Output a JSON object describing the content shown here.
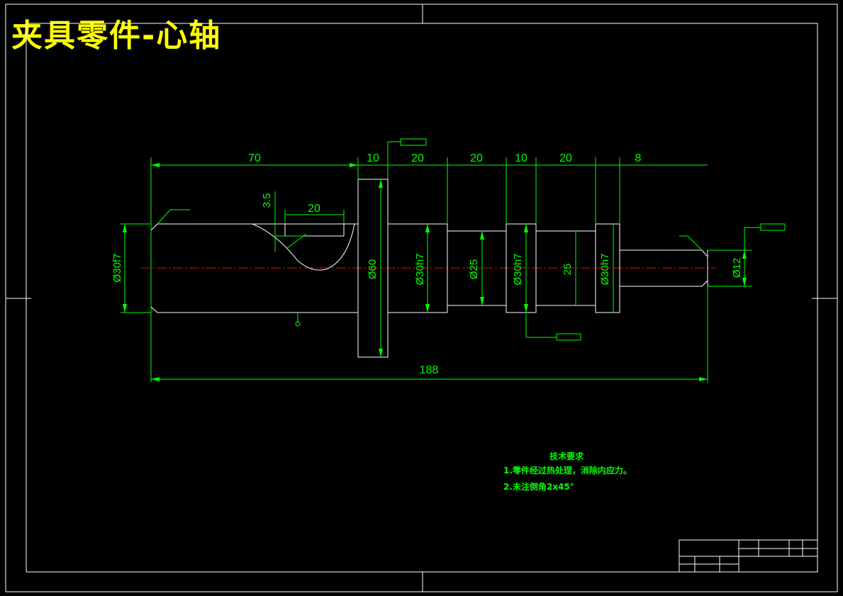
{
  "title": "夹具零件-心轴",
  "dimensions": {
    "d70": "70",
    "d10a": "10",
    "d20a": "20",
    "d20b": "20",
    "d10b": "10",
    "d20c": "20",
    "d8": "8",
    "d35": "3.5",
    "d20key": "20",
    "d188": "188",
    "dia_30f7": "Ø30f7",
    "dia_60": "Ø60",
    "dia_30h7a": "Ø30h7",
    "dia_25": "Ø25",
    "dia_30h7b": "Ø30h7",
    "d25": "25",
    "dia_30h7c": "Ø30h7",
    "dia_12": "Ø12"
  },
  "notes": {
    "heading": "技术要求",
    "line1": "1.零件经过热处理，消除内应力。",
    "line2": "2.未注倒角2x45°"
  },
  "colors": {
    "title": "#ffff00",
    "lines": "#00ff00",
    "outline": "#ffffff",
    "center": "#ff0000"
  }
}
